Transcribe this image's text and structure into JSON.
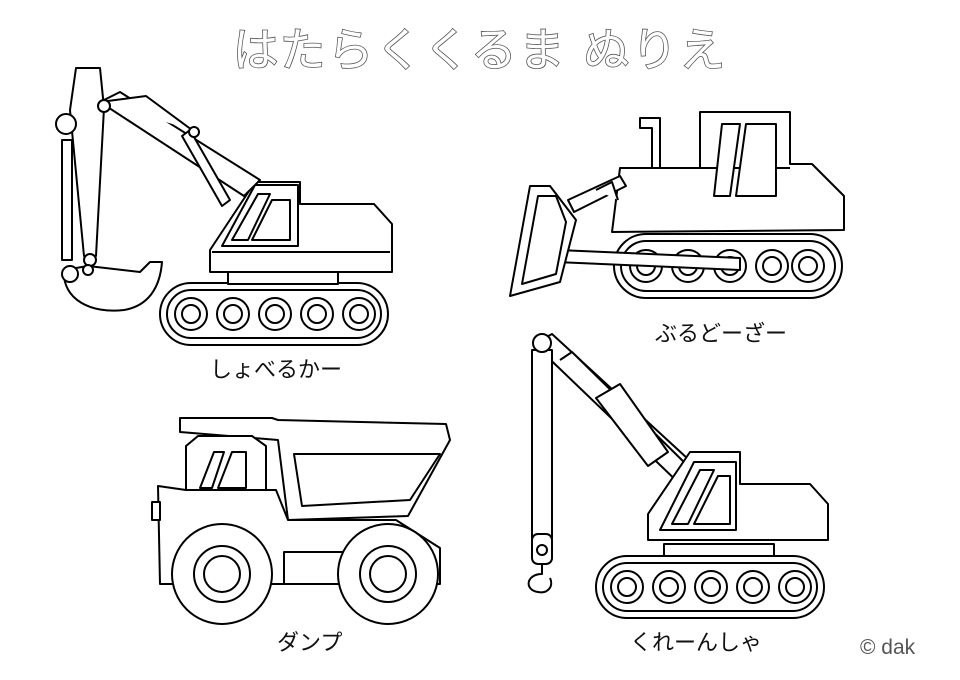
{
  "title": "はたらくくるま ぬりえ",
  "vehicles": [
    {
      "label": "しょべるかー"
    },
    {
      "label": "ぶるどーざー"
    },
    {
      "label": "ダンプ"
    },
    {
      "label": "くれーんしゃ"
    }
  ],
  "copyright": "© dak"
}
